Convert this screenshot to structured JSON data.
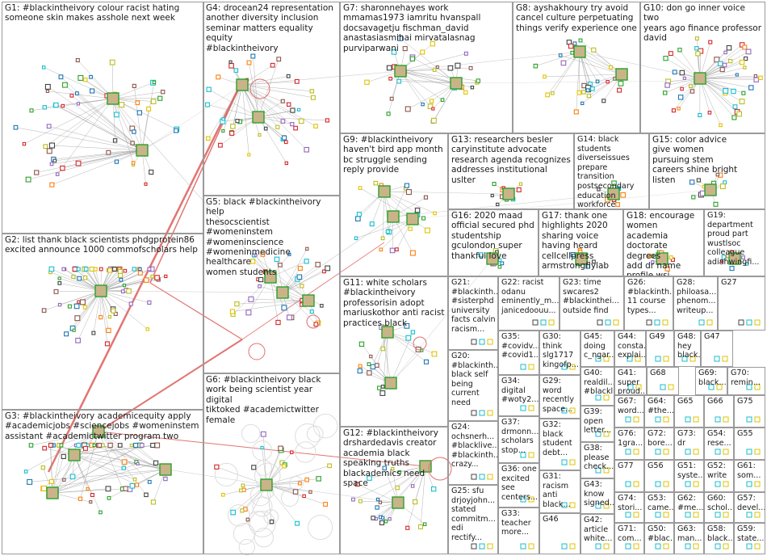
{
  "title": "#blackintheivory NodeXL network graph",
  "groups": [
    {
      "id": "G1",
      "text": "G1: #blackintheivory colour racist hating\nsomeone skin makes asshole next week"
    },
    {
      "id": "G2",
      "text": "G2: list thank black scientists phdgprotein86\nexcited announce 1000 commofscholars help"
    },
    {
      "id": "G3",
      "text": "G3: #blackintheivory academicequity apply\n#academicjobs #sciencejobs #womeninstem\nassistant #academictwitter program two"
    },
    {
      "id": "G4",
      "text": "G4: drocean24 representation\nanother diversity inclusion\nseminar matters equality equity\n#blackintheivory"
    },
    {
      "id": "G5",
      "text": "G5: black #blackintheivory help\nthesocscientist #womeninstem\n#womeninscience\n#womeninmedicine healthcare\nwomen students"
    },
    {
      "id": "G6",
      "text": "G6: #blackintheivory black\nwork being scientist year digital\ntiktoked #academictwitter\nfemale"
    },
    {
      "id": "G7",
      "text": "G7: sharonnehayes work\nmmamas1973 iamritu hvanspall\ndocsavagetju fischman_david\nanastasiasmihai mirvatalasnag\npurviparwani"
    },
    {
      "id": "G8",
      "text": "G8: ayshakhoury try avoid\ncancel culture perpetuating\nthings verify experience one"
    },
    {
      "id": "G9",
      "text": "G9: #blackintheivory\nhaven't bird app month\nbc struggle sending\nreply provide"
    },
    {
      "id": "G10",
      "text": "G10: don go inner voice two\nyears ago finance professor\ndavid"
    },
    {
      "id": "G11",
      "text": "G11: white scholars\n#blackintheivory\nprofessorisin adopt\nmariuskothor anti racist\npractices black"
    },
    {
      "id": "G12",
      "text": "G12: #blackintheivory\ndrshardedavis creator\nacademia black\nspeaking truths\nblackademics need\nspace"
    },
    {
      "id": "G13",
      "text": "G13: researchers besler\ncaryinstitute advocate\nresearch agenda recognizes\naddresses institutional uslter"
    },
    {
      "id": "G14",
      "text": "G14: black students\ndiverseissues prepare\ntransition\npostsecondary\neducation workforce\nsan diego"
    },
    {
      "id": "G15",
      "text": "G15: color advice\ngive women\npursuing stem\ncareers shine bright\nlisten"
    },
    {
      "id": "G16",
      "text": "G16: 2020 maad\nofficial secured phd\nstudentship\ngculondon super\nthankful love"
    },
    {
      "id": "G17",
      "text": "G17: thank one\nhighlights 2020\nsharing voice\nhaving heard\ncellcellpress\narmstrongflylab"
    },
    {
      "id": "G18",
      "text": "G18: encourage\nwomen academia\ndoctorate degrees\nadd dr name\nprofile wsj"
    },
    {
      "id": "G19",
      "text": "G19: department\nproud part\nwustlsoc\ncolleague\nadiahwingfi..."
    },
    {
      "id": "G20",
      "text": "G20:\n#blackinth...\nblack self\nbeing\ncurrent\nneed"
    },
    {
      "id": "G21",
      "text": "G21:\n#blackinth...\n#sisterphd\nuniversity\nfacts calvin\nracism..."
    },
    {
      "id": "G22",
      "text": "G22: racist\nodanu\neminently_m...\njanicedoouu..."
    },
    {
      "id": "G23",
      "text": "G23: time\nswcares2\n#blackinthei...\noutside find"
    },
    {
      "id": "G24",
      "text": "G24:\nochsnerh...\n#blacklive...\n#blackinth...\ncrazy..."
    },
    {
      "id": "G25",
      "text": "G25: sfu\ndrjoyjohn...\nstated\ncommitm...\nedi rectify..."
    },
    {
      "id": "G26",
      "text": "G26:\n#blackinth...\n11 course\ntypes..."
    },
    {
      "id": "G27",
      "text": "G27"
    },
    {
      "id": "G28",
      "text": "G28:\nphiloasa...\nphenom...\nwriteup..."
    },
    {
      "id": "G29",
      "text": "G29:\nword\nrecently\nspace..."
    },
    {
      "id": "G30",
      "text": "G30:\nthink\nslg1717\nkingofp..."
    },
    {
      "id": "G31",
      "text": "G31:\nracism\nanti\nblack..."
    },
    {
      "id": "G32",
      "text": "G32:\nblack\nstudent\ndebt..."
    },
    {
      "id": "G33",
      "text": "G33:\nteacher\nmore..."
    },
    {
      "id": "G34",
      "text": "G34:\ndigital\n#woty2..."
    },
    {
      "id": "G35",
      "text": "G35:\n#covidv...\n#covid1..."
    },
    {
      "id": "G36",
      "text": "G36: one\nexcited\nsee\ncenters..."
    },
    {
      "id": "G37",
      "text": "G37:\ndrmonn...\nscholars\nstop..."
    },
    {
      "id": "G38",
      "text": "G38:\nplease\ncheck..."
    },
    {
      "id": "G39",
      "text": "G39:\nopen\nletter..."
    },
    {
      "id": "G40",
      "text": "G40:\nrealdil...\n#blackl..."
    },
    {
      "id": "G41",
      "text": "G41: super\nproud..."
    },
    {
      "id": "G42",
      "text": "G42:\narticle\nwhite..."
    },
    {
      "id": "G43",
      "text": "G43:\nknow\nsigned..."
    },
    {
      "id": "G44",
      "text": "G44:\nconsta...\nexplai..."
    },
    {
      "id": "G45",
      "text": "G45:\ndoing\nc_ngar..."
    },
    {
      "id": "G46",
      "text": "G46"
    },
    {
      "id": "G47",
      "text": "G47"
    },
    {
      "id": "G48",
      "text": "G48:\nhey\nblack..."
    },
    {
      "id": "G49",
      "text": "G49"
    },
    {
      "id": "G50",
      "text": "G50:\n#blac..."
    },
    {
      "id": "G51",
      "text": "G51:\nsyste..."
    },
    {
      "id": "G52",
      "text": "G52:\nwrite"
    },
    {
      "id": "G53",
      "text": "G53:\ncame..."
    },
    {
      "id": "G54",
      "text": "G54:\nrese..."
    },
    {
      "id": "G55",
      "text": "G55"
    },
    {
      "id": "G56",
      "text": "G56"
    },
    {
      "id": "G57",
      "text": "G57:\ndevel..."
    },
    {
      "id": "G58",
      "text": "G58:\nblack..."
    },
    {
      "id": "G59",
      "text": "G59:\nstate..."
    },
    {
      "id": "G60",
      "text": "G60:\nschol..."
    },
    {
      "id": "G61",
      "text": "G61:\nsom..."
    },
    {
      "id": "G62",
      "text": "G62:\n#me..."
    },
    {
      "id": "G63",
      "text": "G63:\nman..."
    },
    {
      "id": "G64",
      "text": "G64:\n#the..."
    },
    {
      "id": "G65",
      "text": "G65"
    },
    {
      "id": "G66",
      "text": "G66"
    },
    {
      "id": "G67",
      "text": "G67:\nword..."
    },
    {
      "id": "G68",
      "text": "G68"
    },
    {
      "id": "G69",
      "text": "G69:\nblack..."
    },
    {
      "id": "G70",
      "text": "G70:\nremin..."
    },
    {
      "id": "G71",
      "text": "G71:\ncom..."
    },
    {
      "id": "G72",
      "text": "G72:\nbore..."
    },
    {
      "id": "G73",
      "text": "G73:\ndr"
    },
    {
      "id": "G74",
      "text": "G74:\nstori..."
    },
    {
      "id": "G75",
      "text": "G75"
    },
    {
      "id": "G76",
      "text": "G76:\n1gra..."
    },
    {
      "id": "G77",
      "text": "G77"
    }
  ]
}
